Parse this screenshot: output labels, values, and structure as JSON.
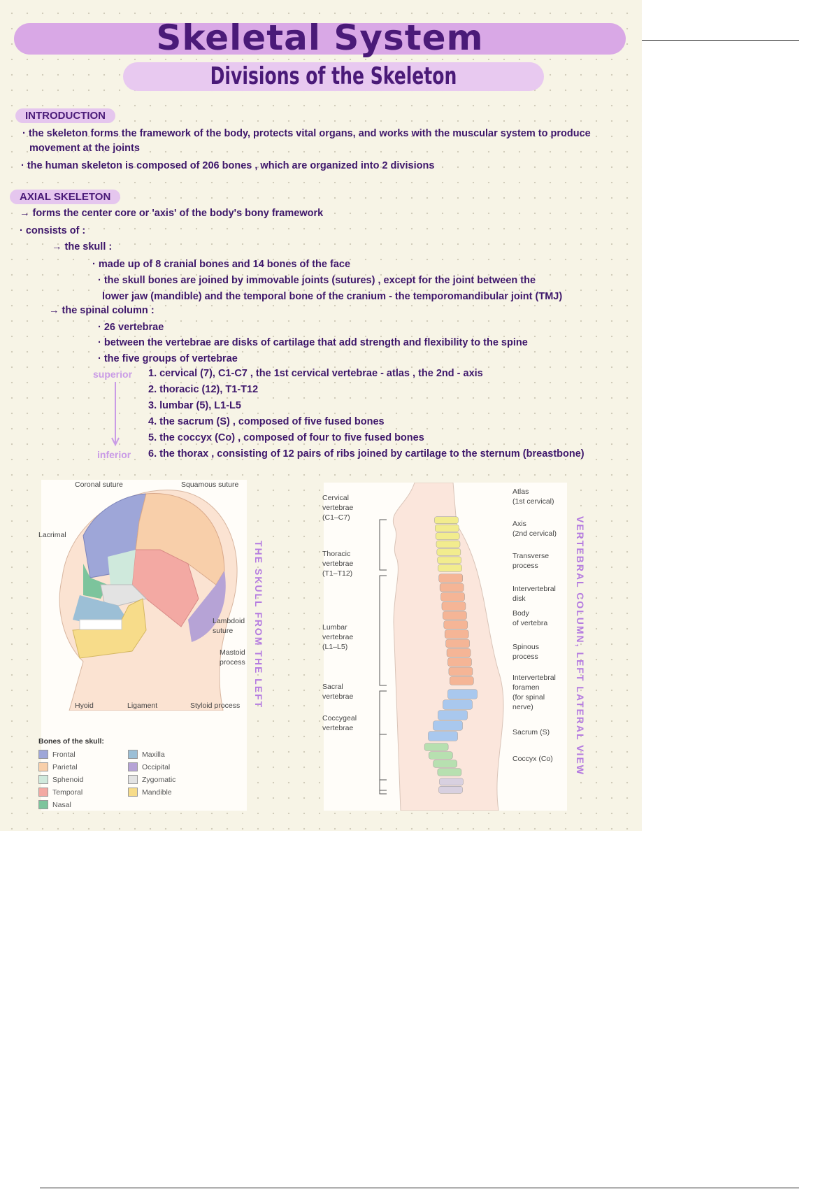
{
  "header": {
    "title": "Skeletal System",
    "subtitle": "Divisions of the Skeleton"
  },
  "introduction": {
    "heading": "INTRODUCTION",
    "lines": [
      "· the skeleton forms the framework of the body, protects vital organs, and works with the muscular system to produce",
      "movement at the joints",
      "· the human skeleton is composed of 206 bones , which are organized into 2 divisions"
    ]
  },
  "axial": {
    "heading": "AXIAL SKELETON",
    "lines": [
      "→ forms the center core or 'axis' of the body's bony framework",
      "· consists of :",
      "→ the skull :",
      "· made up of 8 cranial bones and 14 bones of the face",
      "· the skull bones are joined by immovable joints (sutures) , except for the joint between the",
      "lower jaw (mandible) and the temporal bone of the cranium - the temporomandibular joint (TMJ)",
      "→ the spinal column :",
      "· 26 vertebrae",
      "· between the vertebrae are disks of cartilage that add strength and flexibility to the spine",
      "· the five groups of vertebrae",
      "1. cervical (7), C1-C7 , the 1st cervical vertebrae - atlas , the 2nd - axis",
      "2. thoracic (12), T1-T12",
      "3. lumbar (5), L1-L5",
      "4. the sacrum (S) , composed of five fused bones",
      "5. the coccyx (Co) , composed of four to five fused bones",
      "6. the thorax , consisting of 12 pairs of ribs joined by cartilage to the sternum (breastbone)"
    ],
    "superior": "superior",
    "inferior": "inferior"
  },
  "skull_figure": {
    "side_label": "THE SKULL FROM THE LEFT",
    "labels": {
      "coronal": "Coronal suture",
      "squamous": "Squamous suture",
      "lacrimal": "Lacrimal",
      "lambdoid": "Lambdoid\nsuture",
      "mastoid": "Mastoid\nprocess",
      "hyoid": "Hyoid",
      "ligament": "Ligament",
      "styloid": "Styloid process"
    },
    "legend_title": "Bones of the skull:",
    "legend": [
      {
        "name": "Frontal",
        "color": "#9ea6d8"
      },
      {
        "name": "Parietal",
        "color": "#f8cfaa"
      },
      {
        "name": "Sphenoid",
        "color": "#cfe9dc"
      },
      {
        "name": "Temporal",
        "color": "#f3a9a3"
      },
      {
        "name": "Nasal",
        "color": "#7cc49c"
      },
      {
        "name": "Maxilla",
        "color": "#9cbfd6"
      },
      {
        "name": "Occipital",
        "color": "#b6a3d6"
      },
      {
        "name": "Zygomatic",
        "color": "#e3e3e3"
      },
      {
        "name": "Mandible",
        "color": "#f7dc8a"
      }
    ]
  },
  "spine_figure": {
    "side_label": "VERTEBRAL COLUMN, LEFT LATERAL VIEW",
    "left_labels": [
      "Cervical\nvertebrae\n(C1–C7)",
      "Thoracic\nvertebrae\n(T1–T12)",
      "Lumbar\nvertebrae\n(L1–L5)",
      "Sacral\nvertebrae",
      "Coccygeal\nvertebrae"
    ],
    "right_labels": [
      "Atlas\n(1st cervical)",
      "Axis\n(2nd cervical)",
      "Transverse\nprocess",
      "Intervertebral\ndisk",
      "Body\nof vertebra",
      "Spinous\nprocess",
      "Intervertebral\nforamen\n(for spinal\nnerve)",
      "Sacrum (S)",
      "Coccyx (Co)"
    ],
    "colors": {
      "cervical": "#f2ec8e",
      "thoracic": "#f5b596",
      "lumbar": "#a9c8ee",
      "sacrum": "#b7e0b0",
      "coccyx": "#d8d0e0",
      "body": "#fbe6dc"
    }
  }
}
